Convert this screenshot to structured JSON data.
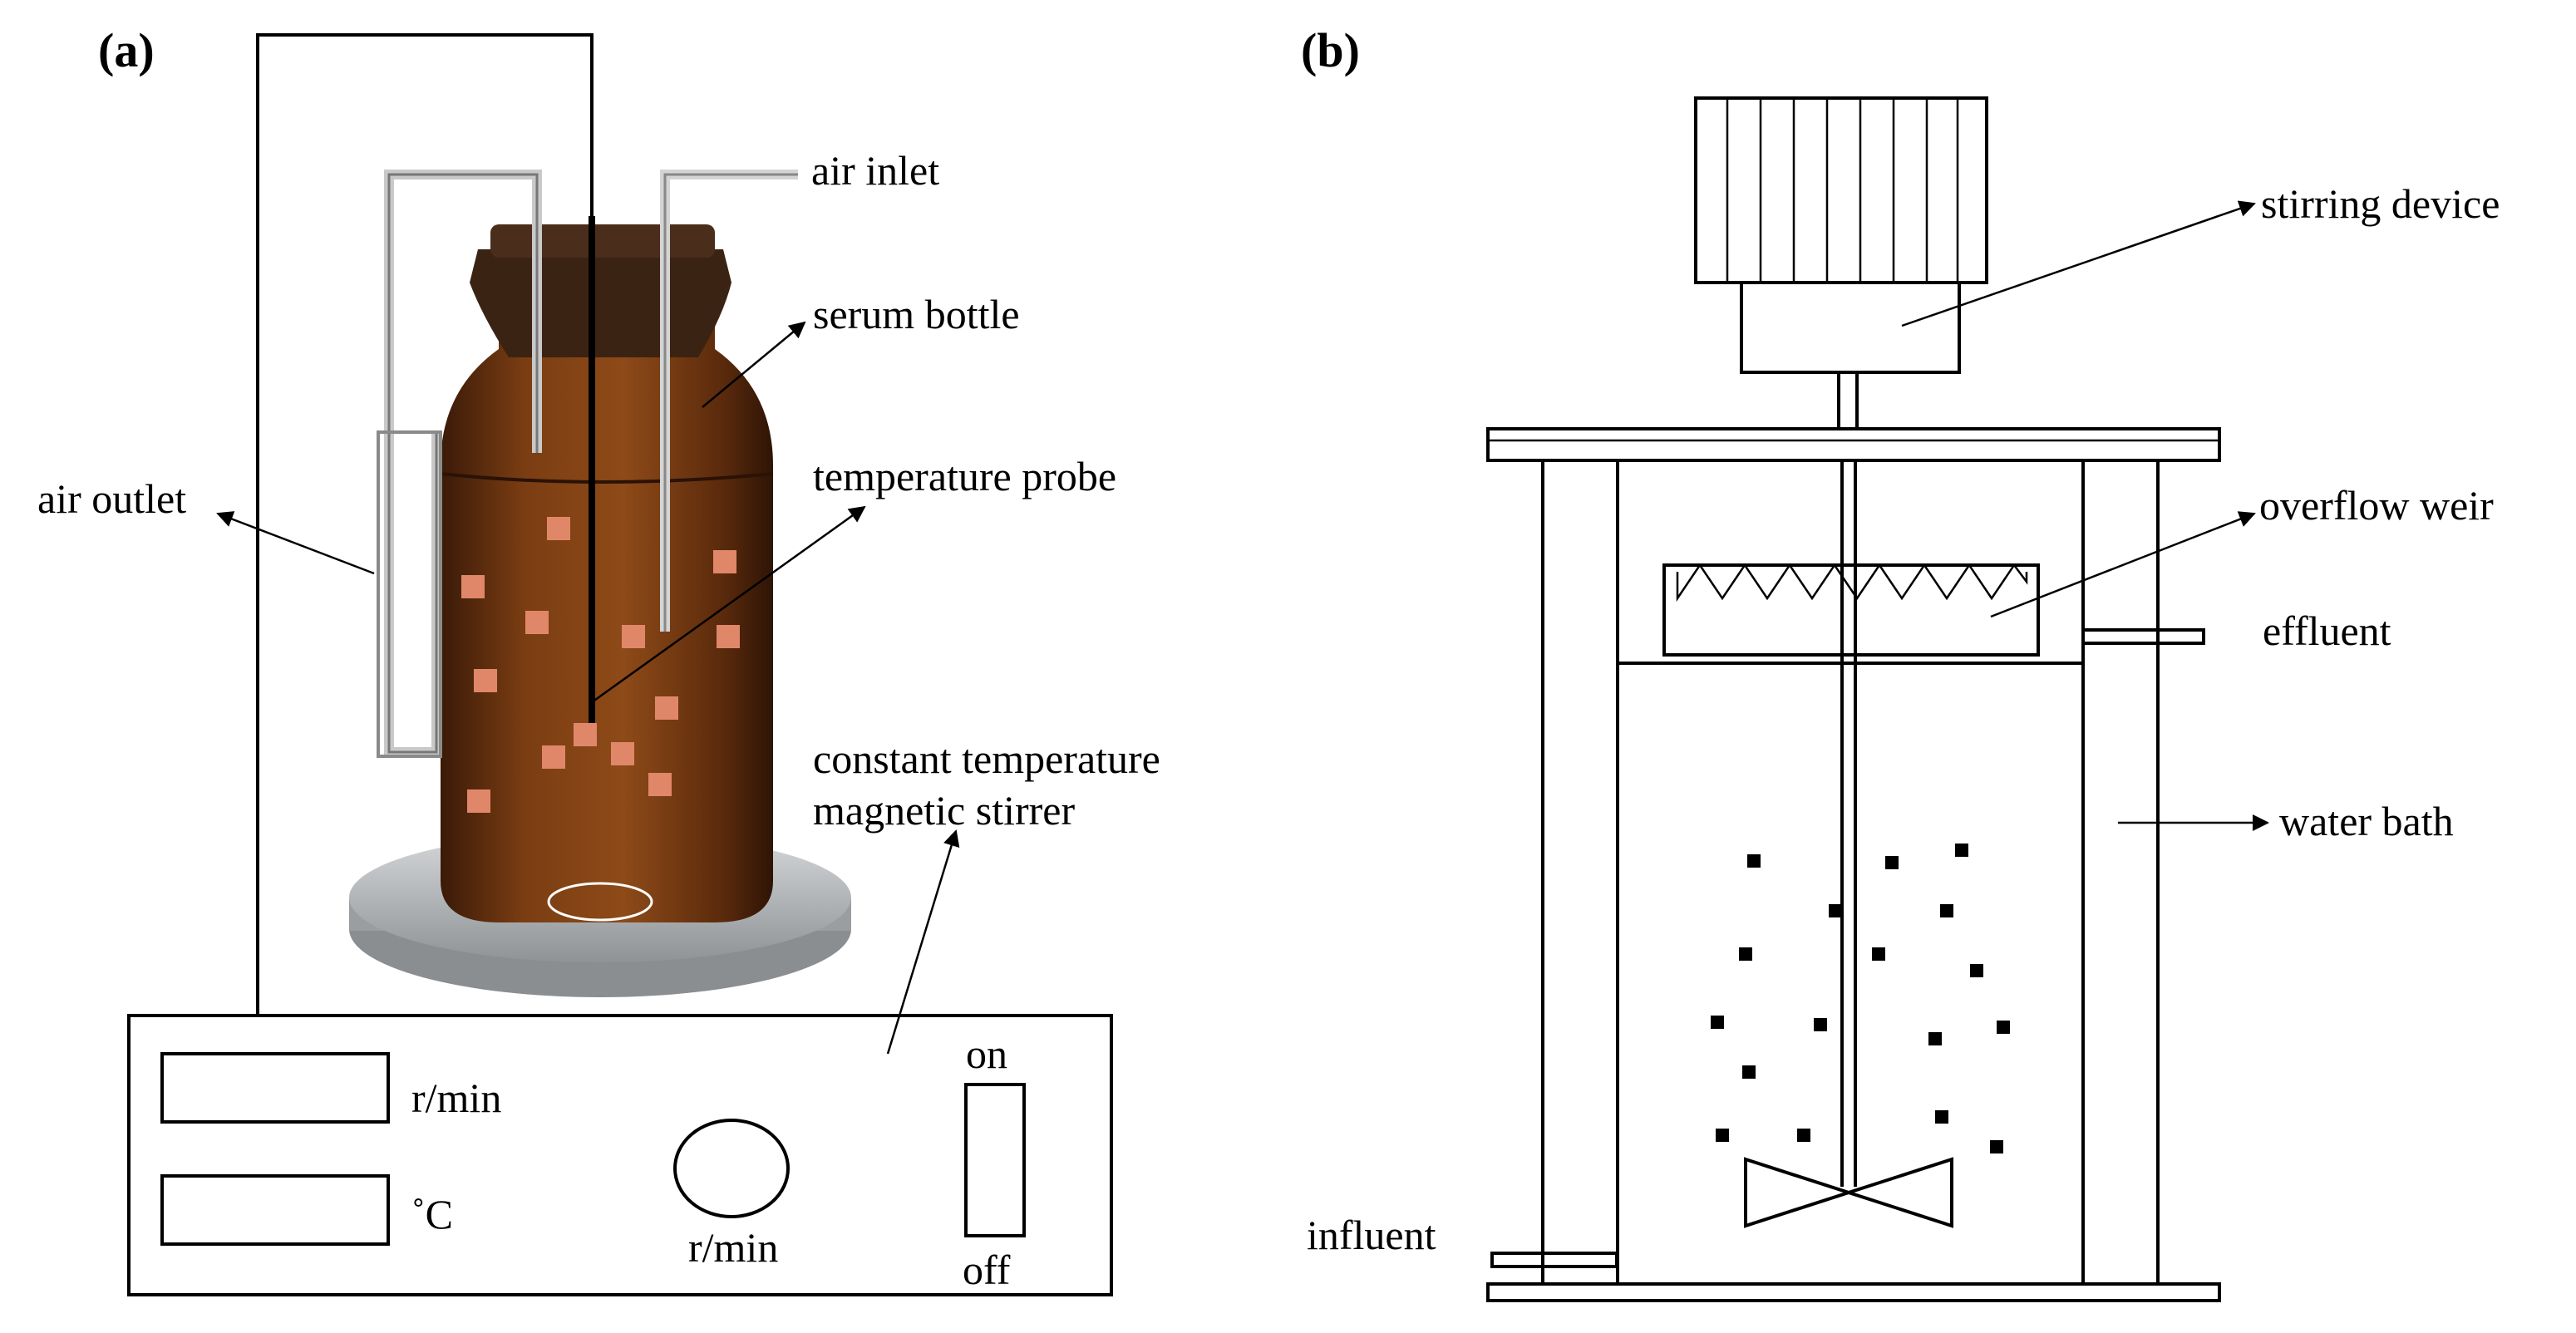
{
  "panels": {
    "a": "(a)",
    "b": "(b)"
  },
  "panel_a": {
    "air_inlet": "air inlet",
    "serum_bottle": "serum bottle",
    "air_outlet": "air outlet",
    "temperature_probe": "temperature probe",
    "stirrer_line1": "constant temperature",
    "stirrer_line2": "magnetic stirrer",
    "speed_unit": "r/min",
    "temp_unit": "˚C",
    "knob_unit": "r/min",
    "switch_on": "on",
    "switch_off": "off"
  },
  "panel_b": {
    "stirring_device": "stirring device",
    "overflow_weir": "overflow weir",
    "effluent": "effluent",
    "water_bath": "water bath",
    "influent": "influent"
  },
  "colors": {
    "bottle_amber": "#7a3d12",
    "bottle_dark": "#3a1a08",
    "cap": "#3b2314",
    "plate": "#b9bcbf",
    "particle_a": "#e0876a",
    "particle_b": "#000000"
  }
}
